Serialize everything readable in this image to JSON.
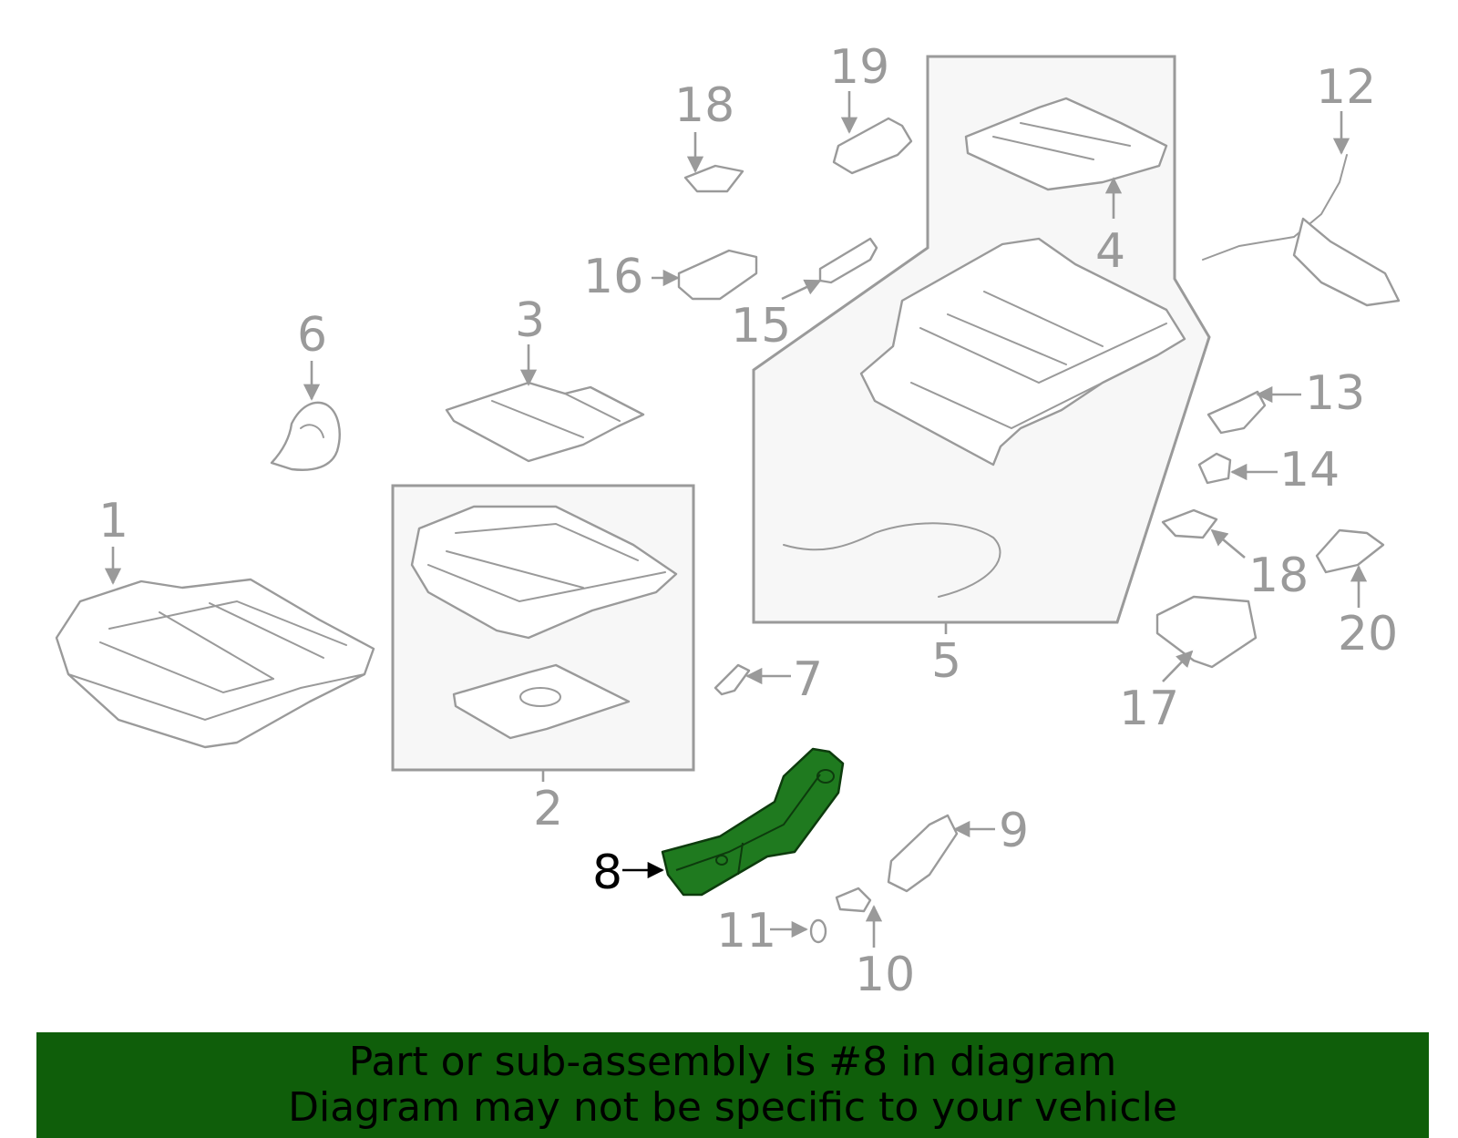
{
  "colors": {
    "line": "#9a9a9a",
    "highlight": "#1f7a1f",
    "highlight_dark": "#0d3b0d",
    "banner": "#0f5e0a",
    "box_fill": "#f7f7f7"
  },
  "callouts": [
    {
      "id": "1",
      "label": "1"
    },
    {
      "id": "2",
      "label": "2"
    },
    {
      "id": "3",
      "label": "3"
    },
    {
      "id": "4",
      "label": "4"
    },
    {
      "id": "5",
      "label": "5"
    },
    {
      "id": "6",
      "label": "6"
    },
    {
      "id": "7",
      "label": "7"
    },
    {
      "id": "8",
      "label": "8",
      "highlighted": true
    },
    {
      "id": "9",
      "label": "9"
    },
    {
      "id": "10",
      "label": "10"
    },
    {
      "id": "11",
      "label": "11"
    },
    {
      "id": "12",
      "label": "12"
    },
    {
      "id": "13",
      "label": "13"
    },
    {
      "id": "14",
      "label": "14"
    },
    {
      "id": "15",
      "label": "15"
    },
    {
      "id": "16",
      "label": "16"
    },
    {
      "id": "17",
      "label": "17"
    },
    {
      "id": "18a",
      "label": "18"
    },
    {
      "id": "18b",
      "label": "18"
    },
    {
      "id": "19",
      "label": "19"
    },
    {
      "id": "20",
      "label": "20"
    }
  ],
  "banner": {
    "line1": "Part or sub-assembly is #8 in diagram",
    "line2": "Diagram may not be specific to your vehicle"
  }
}
